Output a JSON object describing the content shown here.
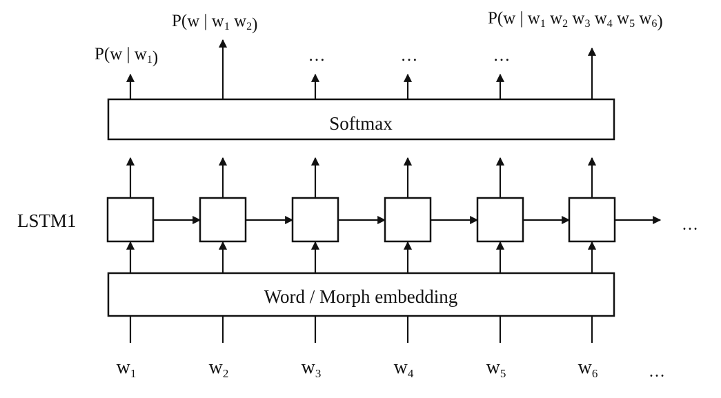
{
  "layers": {
    "softmax": "Softmax",
    "embedding": "Word / Morph embedding",
    "lstm": "LSTM1"
  },
  "outputs": [
    {
      "base": "P(w | w",
      "subs": [
        "1"
      ],
      "close": ")"
    },
    {
      "base": "P(w | w",
      "subs": [
        "1",
        "2"
      ],
      "close": ")"
    },
    {
      "ellipsis": "…"
    },
    {
      "ellipsis": "…"
    },
    {
      "ellipsis": "…"
    },
    {
      "base": "P(w | w",
      "subs": [
        "1",
        "2",
        "3",
        "4",
        "5",
        "6"
      ],
      "close": ")"
    }
  ],
  "inputs": [
    {
      "base": "w",
      "sub": "1"
    },
    {
      "base": "w",
      "sub": "2"
    },
    {
      "base": "w",
      "sub": "3"
    },
    {
      "base": "w",
      "sub": "4"
    },
    {
      "base": "w",
      "sub": "5"
    },
    {
      "base": "w",
      "sub": "6"
    }
  ],
  "continuation": {
    "lstm": "…",
    "inputs": "…"
  }
}
